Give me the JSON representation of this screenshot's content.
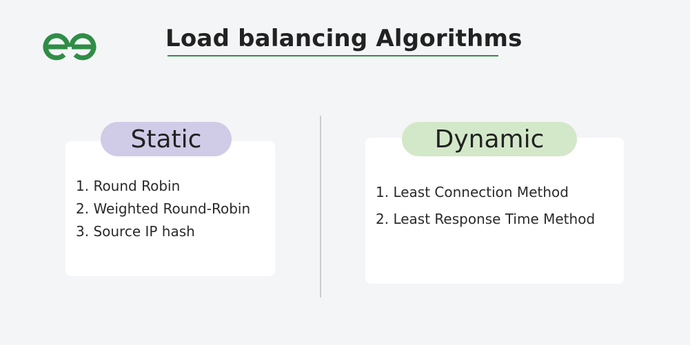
{
  "header": {
    "title": "Load balancing Algorithms"
  },
  "brand": {
    "logo_icon": "geeksforgeeks-logo-icon",
    "color": "#2f8d46"
  },
  "static": {
    "label": "Static",
    "pill_color": "#d0cbe6",
    "items": [
      "1. Round Robin",
      "2. Weighted Round-Robin",
      "3. Source IP hash"
    ]
  },
  "dynamic": {
    "label": "Dynamic",
    "pill_color": "#d3e8c9",
    "items": [
      "1. Least Connection Method",
      "2. Least Response Time Method"
    ]
  }
}
